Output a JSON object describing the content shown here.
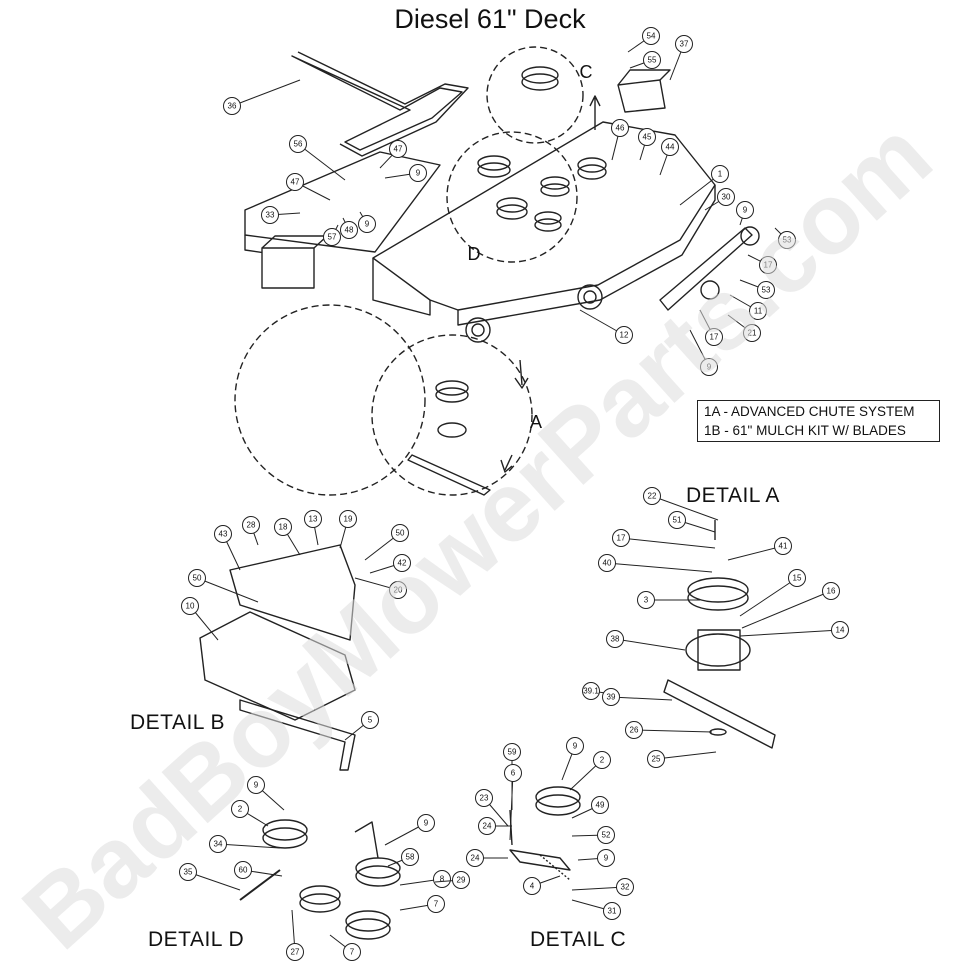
{
  "title": "Diesel 61\" Deck",
  "note": [
    "1A - ADVANCED CHUTE SYSTEM",
    "1B - 61\" MULCH KIT W/ BLADES"
  ],
  "detail_labels": {
    "a": "DETAIL  A",
    "b": "DETAIL  B",
    "c": "DETAIL  C",
    "d": "DETAIL  D"
  },
  "arrow_labels": {
    "a": "A",
    "c": "C",
    "d": "D"
  },
  "watermark": "BadBoyMowerParts.com",
  "callouts": [
    "54",
    "55",
    "37",
    "36",
    "56",
    "47",
    "9",
    "47",
    "33",
    "57",
    "48",
    "9",
    "46",
    "45",
    "44",
    "1",
    "30",
    "9",
    "53",
    "17",
    "53",
    "11",
    "21",
    "17",
    "9",
    "12",
    "22",
    "51",
    "17",
    "41",
    "40",
    "3",
    "15",
    "16",
    "14",
    "38",
    "39.1",
    "39",
    "26",
    "25",
    "43",
    "28",
    "18",
    "13",
    "19",
    "50",
    "42",
    "20",
    "50",
    "10",
    "5",
    "9",
    "2",
    "34",
    "60",
    "58",
    "9",
    "8",
    "29",
    "35",
    "27",
    "7",
    "7",
    "59",
    "6",
    "23",
    "9",
    "2",
    "49",
    "24",
    "52",
    "24",
    "9",
    "4",
    "32",
    "31"
  ]
}
